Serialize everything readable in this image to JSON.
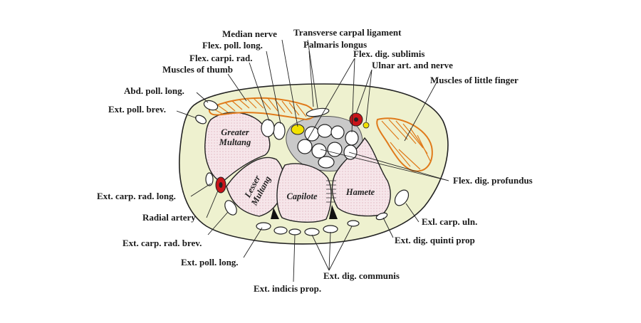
{
  "labels": {
    "median_nerve": "Median nerve",
    "transverse_carpal_ligament": "Transverse carpal ligament",
    "flex_poll_long": "Flex. poll. long.",
    "palmaris_longus": "Palmaris longus",
    "flex_carpi_rad": "Flex. carpi. rad.",
    "flex_dig_sublimis": "Flex. dig. sublimis",
    "ulnar_art_nerve": "Ulnar art. and nerve",
    "muscles_of_thumb": "Muscles of thumb",
    "muscles_of_little_finger": "Muscles of little finger",
    "abd_poll_long": "Abd. poll. long.",
    "ext_poll_brev": "Ext. poll. brev.",
    "flex_dig_profundus": "Flex. dig. profundus",
    "ext_carp_rad_long": "Ext. carp. rad. long.",
    "radial_artery": "Radial artery",
    "ext_carp_rad_brev": "Ext. carp. rad. brev.",
    "ext_poll_long": "Ext. poll. long.",
    "ext_carp_uln": "Exl. carp. uln.",
    "ext_dig_quinti_prop": "Ext. dig. quinti prop",
    "ext_dig_communis": "Ext. dig. communis",
    "ext_indicis_prop": "Ext. indicis prop."
  },
  "bones": {
    "greater_multang_1": "Greater",
    "greater_multang_2": "Multang",
    "lesser_multang_1": "Lesser",
    "lesser_multang_2": "Multang",
    "capilote": "Capilote",
    "hamete": "Hamete"
  },
  "colors": {
    "tissue": "#eef1cf",
    "bone": "#f6e6ea",
    "outline": "#222222",
    "muscle": "#e07a1a",
    "nerve": "#f2e200",
    "artery": "#c8141a"
  }
}
